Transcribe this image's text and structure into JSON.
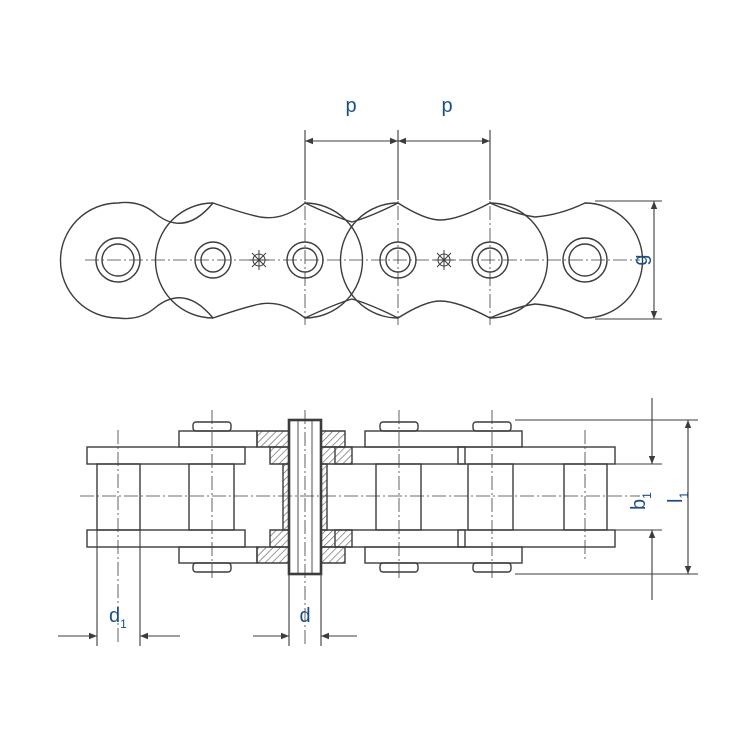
{
  "colors": {
    "line": "#3c3c3c",
    "label": "#1a4f86",
    "hatch": "#555555",
    "background": "#ffffff"
  },
  "labels": {
    "pitch_left": "p",
    "pitch_right": "p",
    "plate_height": "g",
    "roller_diameter": {
      "main": "d",
      "sub": "1"
    },
    "pin_diameter": "d",
    "inner_width": {
      "main": "b",
      "sub": "1"
    },
    "pin_length": {
      "main": "l",
      "sub": "1"
    }
  }
}
